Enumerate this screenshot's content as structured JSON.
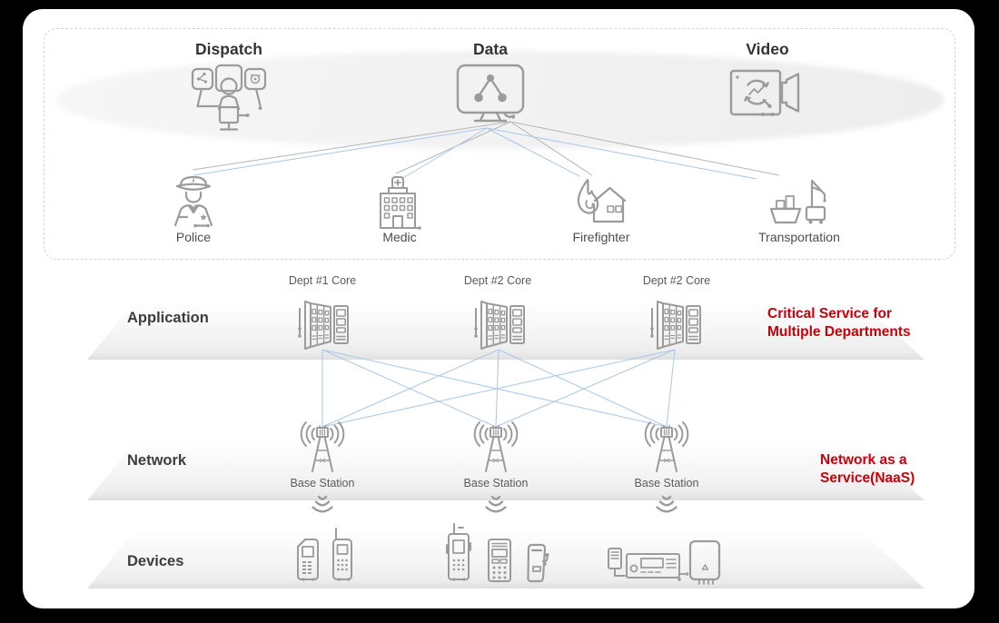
{
  "panel": {
    "services": [
      {
        "label": "Dispatch",
        "icon": "dispatch-console-icon"
      },
      {
        "label": "Data",
        "icon": "data-monitor-icon"
      },
      {
        "label": "Video",
        "icon": "video-camera-icon"
      }
    ],
    "departments": [
      {
        "label": "Police",
        "icon": "police-officer-icon"
      },
      {
        "label": "Medic",
        "icon": "hospital-icon"
      },
      {
        "label": "Firefighter",
        "icon": "burning-house-icon"
      },
      {
        "label": "Transportation",
        "icon": "ship-crane-icon"
      }
    ]
  },
  "layers": {
    "application": {
      "label": "Application",
      "cores": [
        "Dept #1 Core",
        "Dept #2 Core",
        "Dept #2 Core"
      ],
      "note_line1": "Critical Service for",
      "note_line2": "Multiple Departments"
    },
    "network": {
      "label": "Network",
      "stations": [
        "Base Station",
        "Base Station",
        "Base Station"
      ],
      "note_line1": "Network as a",
      "note_line2": "Service(NaaS)"
    },
    "devices": {
      "label": "Devices",
      "icons": [
        "feature-phone-icon",
        "radio-handset-icon",
        "handheld-radio-icon",
        "keypad-terminal-icon",
        "body-worn-device-icon",
        "vehicle-radio-set-icon",
        "gateway-box-icon"
      ]
    }
  },
  "colors": {
    "note_red": "#c7000b",
    "icon_gray": "#9b9b9b",
    "line_blue": "#a9c7e9",
    "line_gray": "#b5b5b5"
  }
}
